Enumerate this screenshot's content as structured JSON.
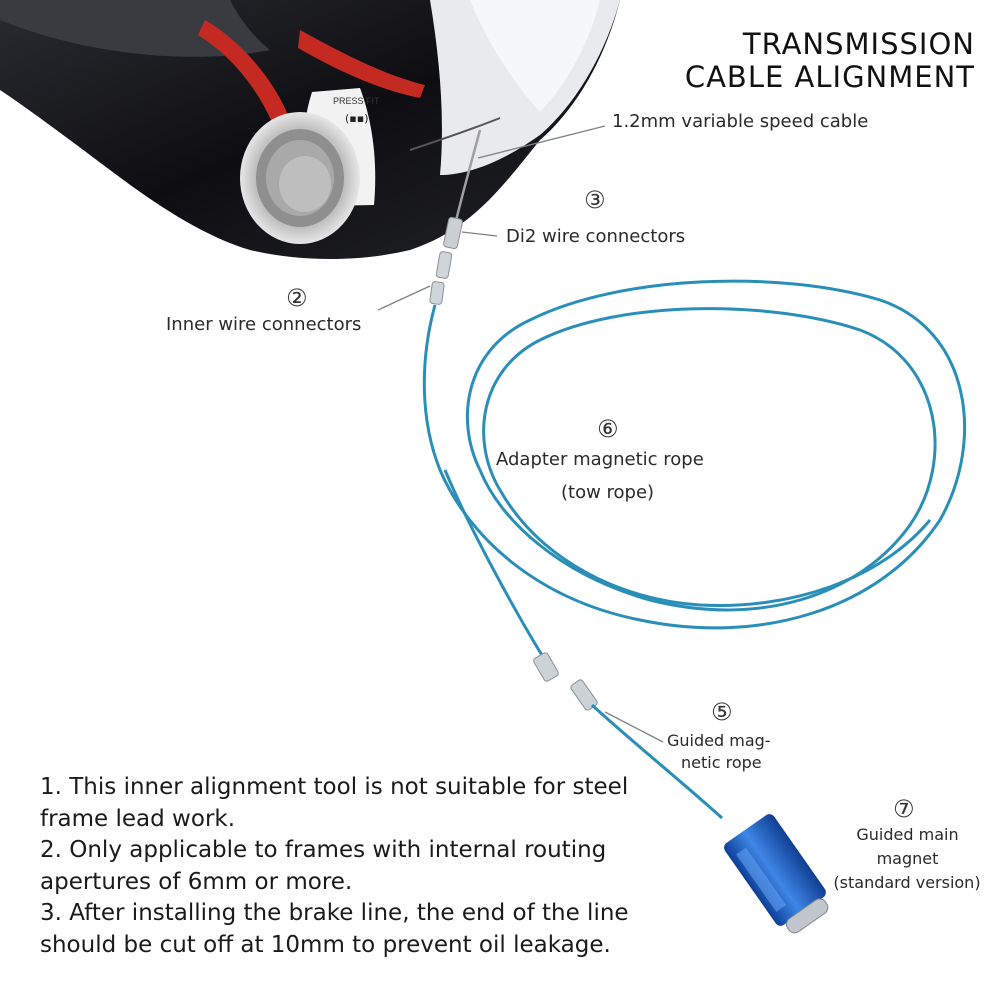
{
  "title": {
    "line1": "TRANSMISSION",
    "line2": "CABLE ALIGNMENT"
  },
  "frame_marking": {
    "line1": "PRESS FIT"
  },
  "callouts": {
    "speed_cable": {
      "label": "1.2mm variable speed cable"
    },
    "di2": {
      "num": "③",
      "label": "Di2 wire connectors"
    },
    "inner": {
      "num": "②",
      "label": "Inner wire connectors"
    },
    "adapter": {
      "num": "⑥",
      "line1": "Adapter magnetic rope",
      "line2": "(tow rope)"
    },
    "guided_rope": {
      "num": "⑤",
      "line1": "Guided mag-",
      "line2": "netic rope"
    },
    "main_magnet": {
      "num": "⑦",
      "line1": "Guided main",
      "line2": "magnet",
      "line3": "(standard version)"
    }
  },
  "notes": [
    "1. This inner alignment tool is not suitable for steel",
    "frame lead work.",
    "2. Only applicable to frames with internal routing",
    "apertures of 6mm or more.",
    "3. After installing the brake line, the end of the line",
    "should be cut off at 10mm to prevent oil leakage."
  ],
  "colors": {
    "cable": "#2a8fb8",
    "magnet": "#1f5fc0",
    "frame": "#141418",
    "frame_red": "#c42a22",
    "frame_white": "#e9eaec"
  }
}
